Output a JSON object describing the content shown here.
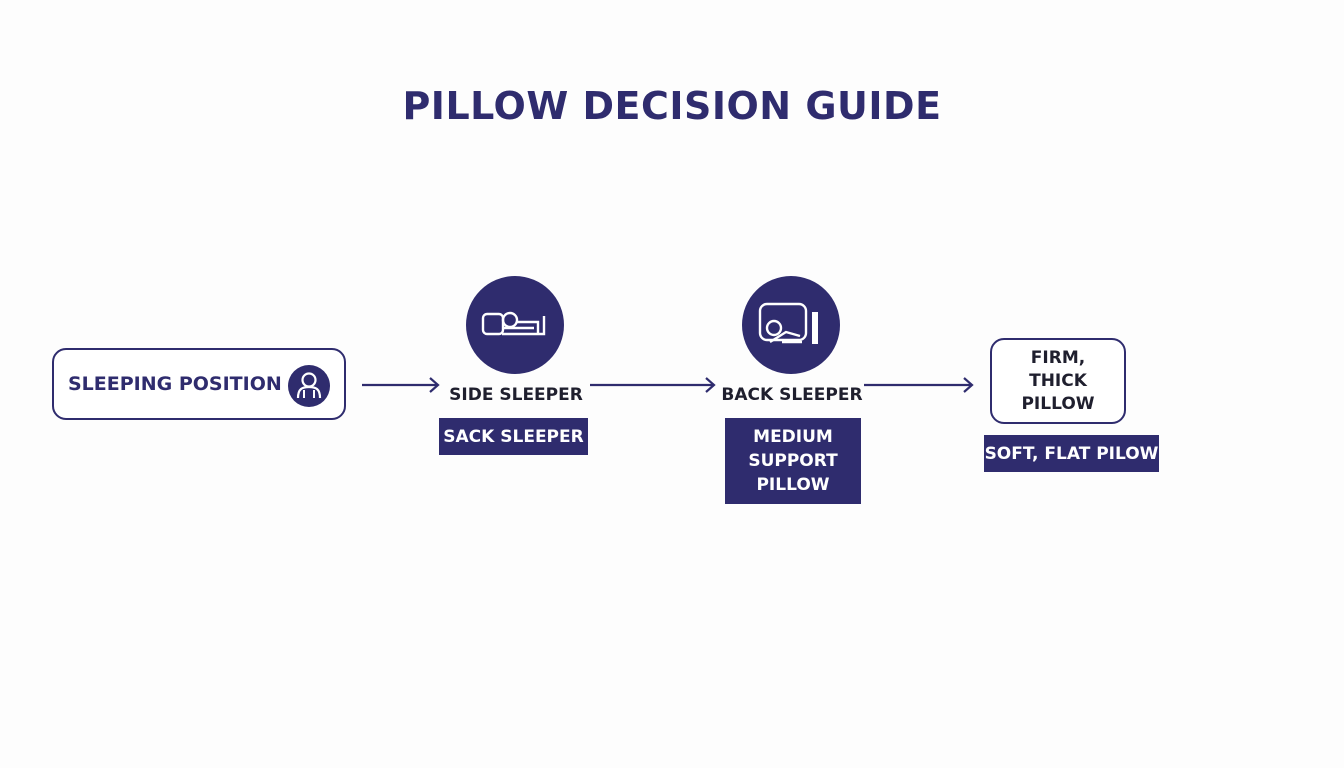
{
  "title": "PILLOW DECISION GUIDE",
  "start": {
    "label": "SLEEPING POSITION",
    "icon": "person-icon"
  },
  "steps": [
    {
      "label": "SIDE SLEEPER",
      "icon": "side-sleeper-icon",
      "tag": "SACK SLEEPER"
    },
    {
      "label": "BACK SLEEPER",
      "icon": "back-sleeper-icon",
      "tag_lines": [
        "MEDIUM",
        "SUPPORT",
        "PILLOW"
      ]
    }
  ],
  "result": {
    "label_lines": [
      "FIRM, THICK",
      "PILLOW"
    ],
    "tag": "SOFT, FLAT PILOW"
  },
  "colors": {
    "primary": "#2f2c6e",
    "text": "#1f1f2e",
    "background": "#fdfdfd"
  }
}
